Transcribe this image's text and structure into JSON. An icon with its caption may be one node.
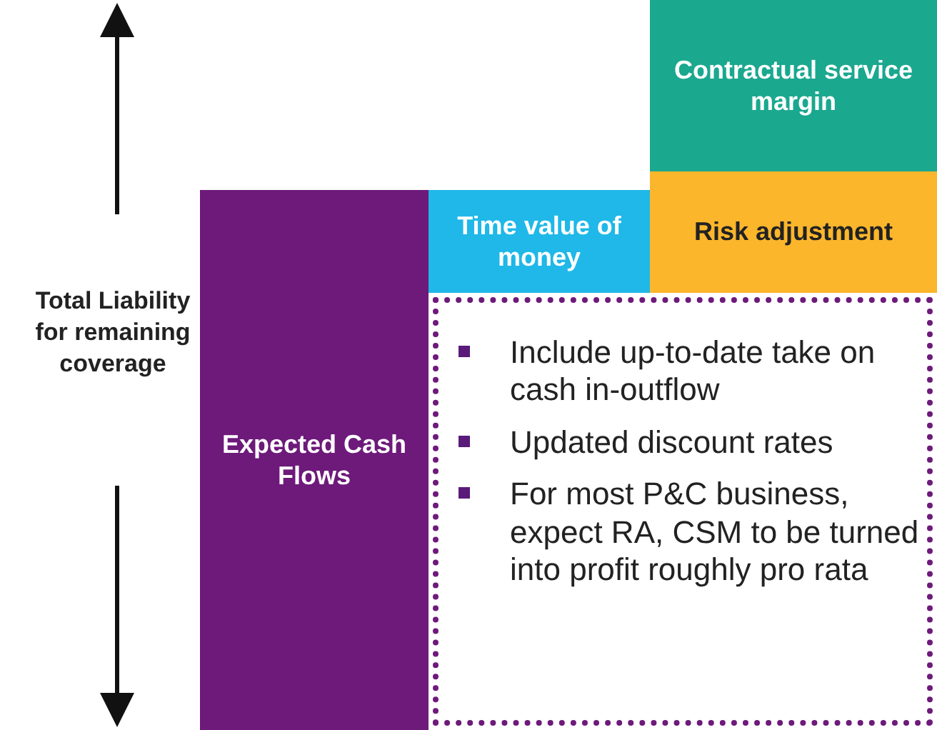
{
  "diagram": {
    "nodes": [
      {
        "text": [
          "Contractual service margin"
        ]
      },
      {
        "text": [
          "Time value of money"
        ]
      },
      {
        "text": [
          "Risk adjustment"
        ]
      },
      {
        "text": [
          "Expected Cash Flows"
        ]
      },
      {
        "text": [
          "Include up-to-date take on cash in-outflow",
          "Updated discount rates",
          "For most P&C business, expect RA, CSM to be turned into profit roughly pro rata"
        ]
      }
    ],
    "edges": [],
    "labels": [
      "Total Liability for remaining coverage"
    ]
  }
}
